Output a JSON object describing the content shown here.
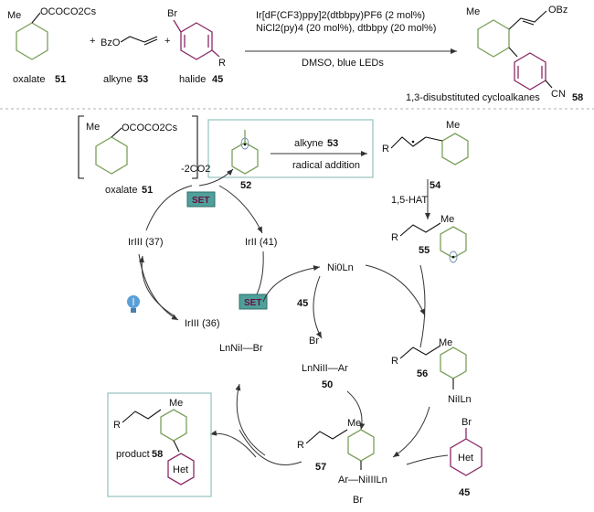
{
  "reaction": {
    "reagents_line1": "Ir[dF(CF3)ppy]2(dtbbpy)PF6 (2 mol%)",
    "reagents_line2": "NiCl2(py)4 (20 mol%), dtbbpy (20 mol%)",
    "conditions": "DMSO, blue LEDs",
    "oxalate_label": "oxalate",
    "oxalate_num": "51",
    "alkyne_label": "alkyne",
    "alkyne_num": "53",
    "halide_label": "halide",
    "halide_num": "45",
    "product_label": "1,3-disubstituted cycloalkanes",
    "product_num": "58",
    "me": "Me",
    "oxalate_group": "OCOCO2Cs",
    "bzo": "BzO",
    "obz": "OBz",
    "br": "Br",
    "r": "R",
    "cn": "CN",
    "plus": "+"
  },
  "mechanism": {
    "oxalate_box_label": "oxalate",
    "oxalate_box_num": "51",
    "minus_co2": "-2CO2",
    "set": "SET",
    "radical_num": "52",
    "alkyne_step": "alkyne",
    "alkyne_step_num": "53",
    "radical_addition": "radical addition",
    "vinyl_radical_num": "54",
    "hat": "1,5-HAT",
    "shifted_radical_num": "55",
    "ir3_37": "IrIII (37)",
    "ir2_41": "IrII (41)",
    "ir3_36": "IrIII (36)",
    "ni0": "Ni0Ln",
    "halide_num": "45",
    "ni1_br": "LnNiI—Br",
    "ni2": "LnNiII—Ar",
    "ni2_br": "Br",
    "ni2_num": "50",
    "alkyl_ni_num": "56",
    "alkyl_ni": "NiILn",
    "ni3_num": "57",
    "ni3": "Ar—NiIIILn",
    "het": "Het",
    "het_num": "45",
    "product_label": "product",
    "product_num": "58"
  }
}
